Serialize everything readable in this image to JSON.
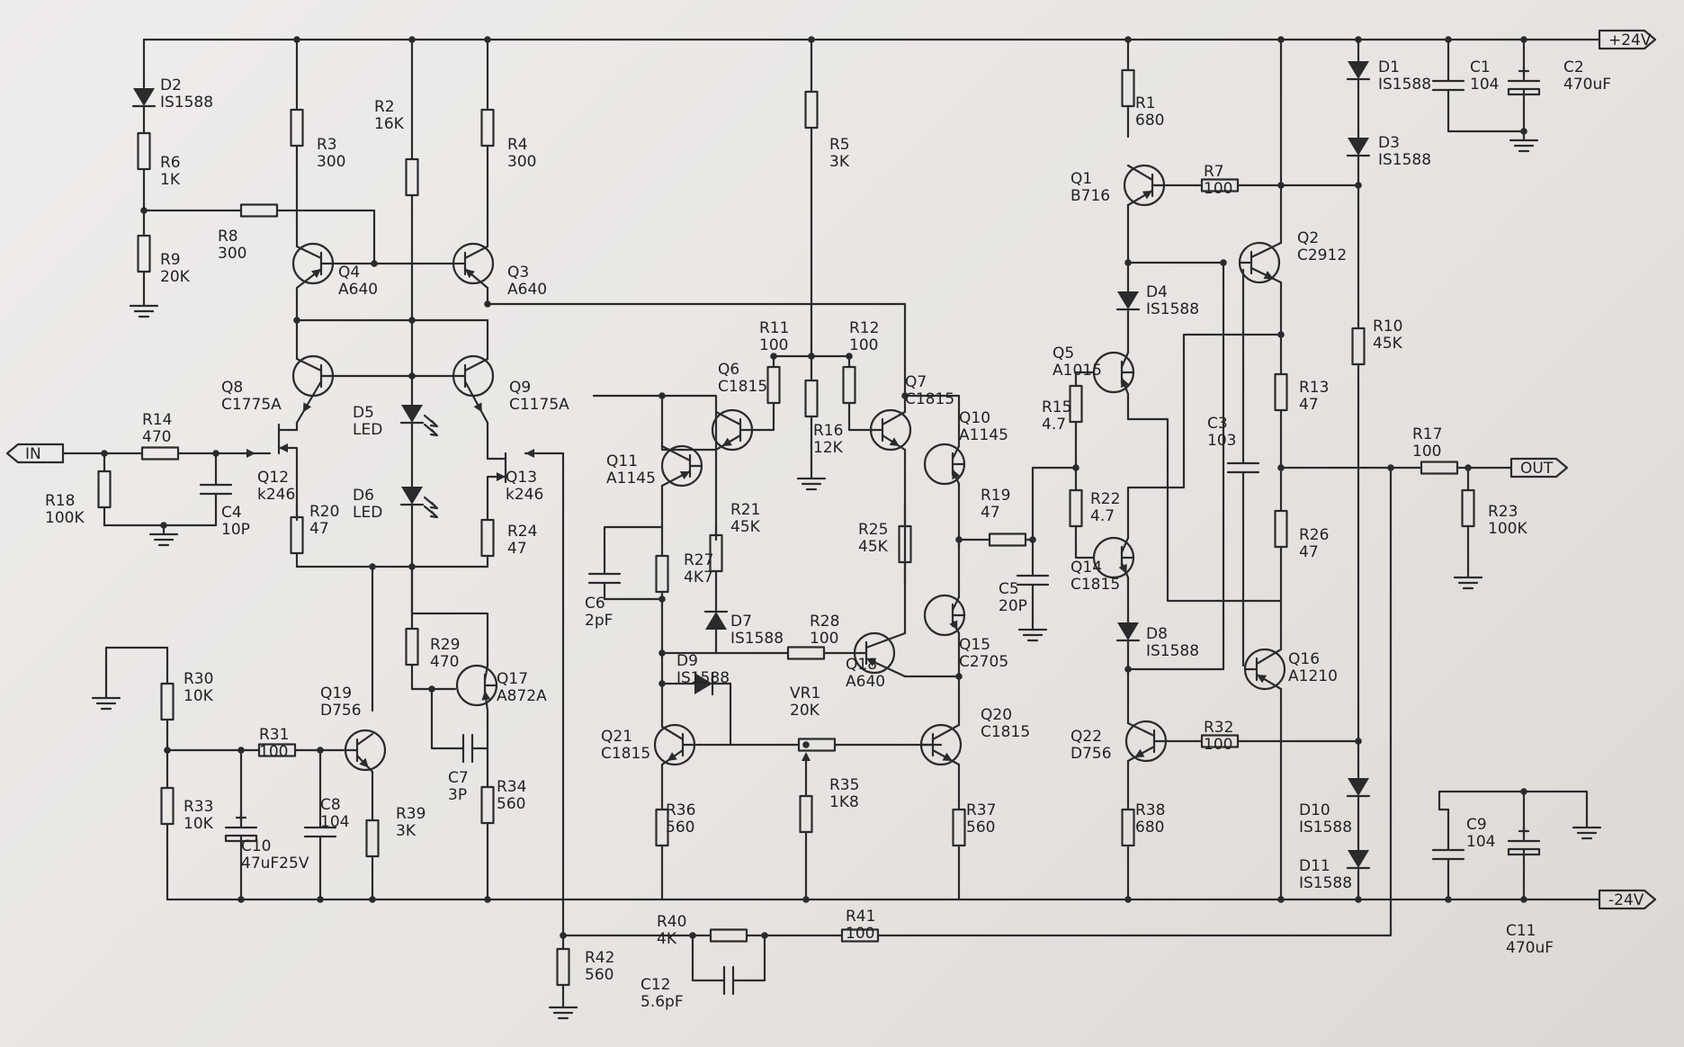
{
  "rails": {
    "pos": "+24V",
    "neg": "-24V"
  },
  "io": {
    "in": "IN",
    "out": "OUT"
  },
  "components": {
    "D2": [
      "D2",
      "IS1588"
    ],
    "R6": [
      "R6",
      "1K"
    ],
    "R8": [
      "R8",
      "300"
    ],
    "R9": [
      "R9",
      "20K"
    ],
    "R2": [
      "R2",
      "16K"
    ],
    "R3": [
      "R3",
      "300"
    ],
    "R4": [
      "R4",
      "300"
    ],
    "Q4": [
      "Q4",
      "A640"
    ],
    "Q3": [
      "Q3",
      "A640"
    ],
    "Q8": [
      "Q8",
      "C1775A"
    ],
    "Q9": [
      "Q9",
      "C1175A"
    ],
    "D5": [
      "D5",
      "LED"
    ],
    "D6": [
      "D6",
      "LED"
    ],
    "R14": [
      "R14",
      "470"
    ],
    "R18": [
      "R18",
      "100K"
    ],
    "C4": [
      "C4",
      "10P"
    ],
    "Q12": [
      "Q12",
      "k246"
    ],
    "Q13": [
      "Q13",
      "k246"
    ],
    "R20": [
      "R20",
      "47"
    ],
    "R24": [
      "R24",
      "47"
    ],
    "R29": [
      "R29",
      "470"
    ],
    "Q17": [
      "Q17",
      "A872A"
    ],
    "C7": [
      "C7",
      "3P"
    ],
    "R34": [
      "R34",
      "560"
    ],
    "R30": [
      "R30",
      "10K"
    ],
    "R33": [
      "R33",
      "10K"
    ],
    "R31": [
      "R31",
      "100"
    ],
    "C8": [
      "C8",
      "104"
    ],
    "C10": [
      "C10",
      "47uF25V"
    ],
    "Q19": [
      "Q19",
      "D756"
    ],
    "R39": [
      "R39",
      "3K"
    ],
    "R5": [
      "R5",
      "3K"
    ],
    "R11": [
      "R11",
      "100"
    ],
    "R12": [
      "R12",
      "100"
    ],
    "R16": [
      "R16",
      "12K"
    ],
    "Q6": [
      "Q6",
      "C1815"
    ],
    "Q7": [
      "Q7",
      "C1815"
    ],
    "Q11": [
      "Q11",
      "A1145"
    ],
    "Q10": [
      "Q10",
      "A1145"
    ],
    "R21": [
      "R21",
      "45K"
    ],
    "R25": [
      "R25",
      "45K"
    ],
    "C6": [
      "C6",
      "2pF"
    ],
    "R27": [
      "R27",
      "4K7"
    ],
    "D7": [
      "D7",
      "IS1588"
    ],
    "R28": [
      "R28",
      "100"
    ],
    "Q15": [
      "Q15",
      "C2705"
    ],
    "Q18": [
      "Q18",
      "A640"
    ],
    "D9": [
      "D9",
      "IS1588"
    ],
    "VR1": [
      "VR1",
      "20K"
    ],
    "Q21": [
      "Q21",
      "C1815"
    ],
    "Q20": [
      "Q20",
      "C1815"
    ],
    "R36": [
      "R36",
      "560"
    ],
    "R35": [
      "R35",
      "1K8"
    ],
    "R37": [
      "R37",
      "560"
    ],
    "R19": [
      "R19",
      "47"
    ],
    "C5": [
      "C5",
      "20P"
    ],
    "R42": [
      "R42",
      "560"
    ],
    "R40": [
      "R40",
      "4K"
    ],
    "C12": [
      "C12",
      "5.6pF"
    ],
    "R41": [
      "R41",
      "100"
    ],
    "R1": [
      "R1",
      "680"
    ],
    "Q1": [
      "Q1",
      "B716"
    ],
    "R7": [
      "R7",
      "100"
    ],
    "Q2": [
      "Q2",
      "C2912"
    ],
    "D4": [
      "D4",
      "IS1588"
    ],
    "Q5": [
      "Q5",
      "A1015"
    ],
    "R15": [
      "R15",
      "4.7"
    ],
    "R22": [
      "R22",
      "4.7"
    ],
    "Q14": [
      "Q14",
      "C1815"
    ],
    "D8": [
      "D8",
      "IS1588"
    ],
    "C3": [
      "C3",
      "103"
    ],
    "R13": [
      "R13",
      "47"
    ],
    "R26": [
      "R26",
      "47"
    ],
    "Q16": [
      "Q16",
      "A1210"
    ],
    "Q22": [
      "Q22",
      "D756"
    ],
    "R32": [
      "R32",
      "100"
    ],
    "R38": [
      "R38",
      "680"
    ],
    "D1": [
      "D1",
      "IS1588"
    ],
    "D3": [
      "D3",
      "IS1588"
    ],
    "R10": [
      "R10",
      "45K"
    ],
    "D10": [
      "D10",
      "IS1588"
    ],
    "D11": [
      "D11",
      "IS1588"
    ],
    "C1": [
      "C1",
      "104"
    ],
    "C2": [
      "C2",
      "470uF"
    ],
    "R17": [
      "R17",
      "100"
    ],
    "R23": [
      "R23",
      "100K"
    ],
    "C9": [
      "C9",
      "104"
    ],
    "C11": [
      "C11",
      "470uF"
    ]
  }
}
